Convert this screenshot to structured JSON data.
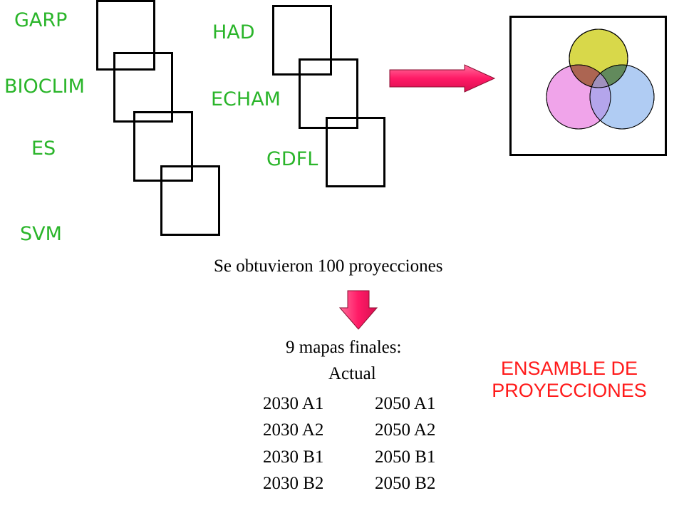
{
  "algorithms": [
    "GARP",
    "BIOCLIM",
    "ES",
    "SVM"
  ],
  "climate_models": [
    "HAD",
    "ECHAM",
    "GDFL"
  ],
  "projections_text": "Se obtuvieron 100 proyecciones",
  "final_maps": {
    "heading": "9 mapas finales:",
    "current": "Actual",
    "rows": [
      {
        "left": "2030 A1",
        "right": "2050 A1"
      },
      {
        "left": "2030 A2",
        "right": "2050 A2"
      },
      {
        "left": "2030 B1",
        "right": "2050 B1"
      },
      {
        "left": "2030 B2",
        "right": "2050 B2"
      }
    ]
  },
  "ensemble": {
    "line1": "ENSAMBLE DE",
    "line2": "PROYECCIONES"
  },
  "colors": {
    "label_green": "#2ab52a",
    "ensemble_red": "#ff1a1a",
    "arrow": "#ff1a66",
    "circle_yellow": "#d8d84a",
    "circle_pink": "#ef9ce8",
    "circle_blue": "#a9c8f2"
  }
}
